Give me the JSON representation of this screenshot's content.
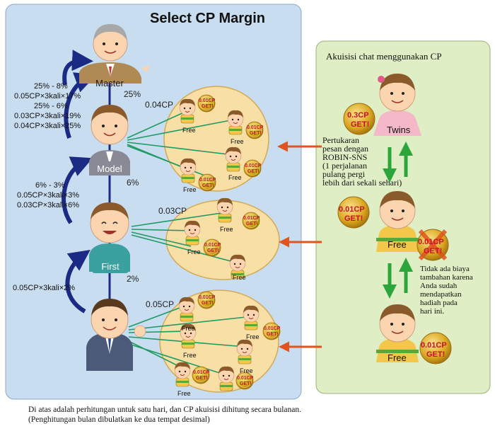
{
  "title": "Select CP Margin",
  "tiers": [
    {
      "name": "Master",
      "share": "25%"
    },
    {
      "name": "Model",
      "share": "6%",
      "group_cp": "0.04CP"
    },
    {
      "name": "First",
      "share": "2%",
      "group_cp": "0.03CP"
    },
    {
      "name": "",
      "group_cp": "0.05CP"
    }
  ],
  "calculations": {
    "to_master": [
      "25% - 8%",
      "0.05CP×3kali×17%",
      "25% - 6%",
      "0.03CP×3kali×19%",
      "0.04CP×3kali×25%"
    ],
    "to_model": [
      "6% - 3%",
      "0.05CP×3kali×3%",
      "0.03CP×3kali×6%"
    ],
    "to_first": [
      "0.05CP×3kali×2%"
    ]
  },
  "free_label": "Free",
  "get_badge": {
    "amount": "0.01CP",
    "action": "GET!"
  },
  "right_panel": {
    "title": "Akuisisi chat menggunakan CP",
    "twins_label": "Twins",
    "twins_badge": {
      "amount": "0.3CP",
      "action": "GET!"
    },
    "exchange_text": [
      "Pertukaran",
      "pesan dengan",
      "ROBIN-SNS",
      "(1 perjalanan",
      "pulang pergi",
      "lebih dari sekali sehari)"
    ],
    "free_label": "Free",
    "free_badge": {
      "amount": "0.01CP",
      "action": "GET!"
    },
    "denied_badge": {
      "amount": "0.01CP",
      "action": "GET!"
    },
    "no_extra_text": [
      "Tidak ada biaya",
      "tambahan karena",
      "Anda sudah",
      "mendapatkan",
      "hadiah pada",
      "hari ini."
    ],
    "free2_label": "Free",
    "free2_badge": {
      "amount": "0.01CP",
      "action": "GET!"
    }
  },
  "footnote": [
    "Di atas adalah perhitungan untuk satu hari, dan CP akuisisi dihitung secara bulanan.",
    "(Penghitungan bulan dibulatkan ke dua tempat desimal)"
  ],
  "colors": {
    "left_panel": "#c9ddf0",
    "right_panel": "#dfeec4",
    "circle": "#f7dfa6",
    "arrow_navy": "#1b2a85",
    "arrow_orange": "#e0541e",
    "arrow_green": "#2aa63a",
    "coin": "#d9a520",
    "coin_text": "#c8102e",
    "link_line": "#1f9a63"
  }
}
